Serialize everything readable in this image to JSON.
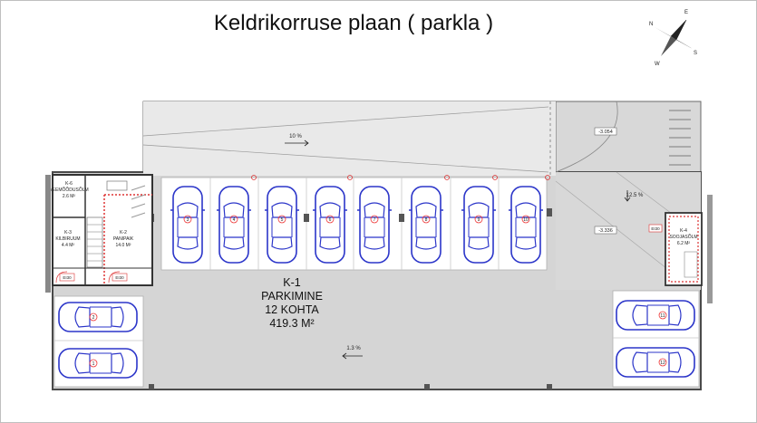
{
  "title": "Keldrikorruse plaan ( parkla )",
  "compass": {
    "n": "N",
    "e": "E",
    "s": "S",
    "w": "W"
  },
  "main_room": {
    "code": "K-1",
    "name": "PARKIMINE",
    "capacity": "12 KOHTA",
    "area": "419.3 M²"
  },
  "rooms": [
    {
      "code": "K-6",
      "name": "VEEMÕÕDUSÕLM",
      "area": "2.6 M²"
    },
    {
      "code": "K-3",
      "name": "KILBIRUUM",
      "area": "4.4 M²"
    },
    {
      "code": "K-2",
      "name": "PANIPAIK",
      "area": "14.0 M²"
    },
    {
      "code": "K-4",
      "name": "SOOJASÕLM",
      "area": "6.2 M²"
    }
  ],
  "slopes": {
    "ramp_upper": "10 %",
    "ramp_right": "12.5 %",
    "floor": "1.3 %"
  },
  "levels": {
    "upper": "-3.054",
    "lower": "-3.336"
  },
  "doors": {
    "d1": "EI30",
    "d2": "EI30",
    "d3": "EI30"
  },
  "spots": [
    "1",
    "2",
    "3",
    "4",
    "5",
    "6",
    "7",
    "8",
    "9",
    "10",
    "11",
    "12"
  ]
}
